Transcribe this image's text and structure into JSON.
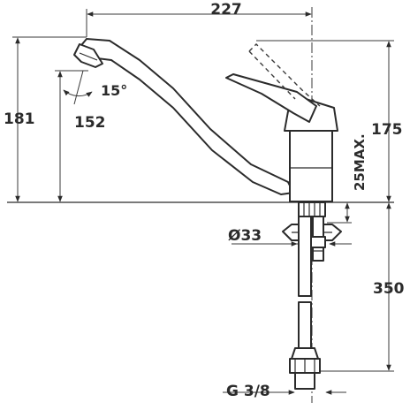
{
  "dimensions": {
    "spout_reach": "227",
    "total_height": "181",
    "spout_height": "152",
    "spout_angle": "15°",
    "body_height": "175",
    "deck_thickness": "25MAX.",
    "hole_diameter": "Ø33",
    "hose_length": "350",
    "connection_thread": "G 3/8"
  },
  "colors": {
    "line": "#2b2b2b",
    "background": "#ffffff"
  }
}
